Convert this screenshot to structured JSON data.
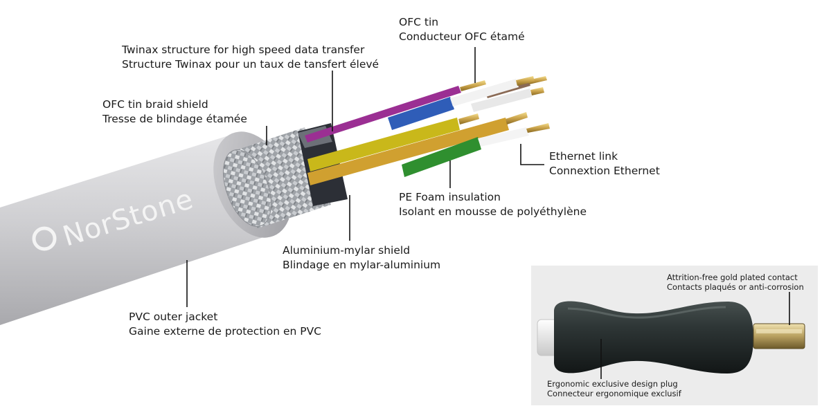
{
  "brand": {
    "name": "NorStone"
  },
  "labels": {
    "ofc_tin": {
      "line1": "OFC tin",
      "line2": "Conducteur OFC étamé"
    },
    "twinax": {
      "line1": "Twinax structure for high speed data transfer",
      "line2": "Structure Twinax pour un taux de tansfert élevé"
    },
    "braid": {
      "line1": "OFC tin braid shield",
      "line2": "Tresse de blindage étamée"
    },
    "ethernet": {
      "line1": "Ethernet link",
      "line2": "Connextion Ethernet"
    },
    "pe_foam": {
      "line1": "PE Foam insulation",
      "line2": "Isolant en mousse de polyéthylène"
    },
    "mylar": {
      "line1": "Aluminium-mylar shield",
      "line2": "Blindage en mylar-aluminium"
    },
    "pvc": {
      "line1": "PVC outer jacket",
      "line2": "Gaine externe de protection en PVC"
    }
  },
  "inset": {
    "contact": {
      "line1": "Attrition-free gold plated contact",
      "line2": "Contacts plaqués or anti-corrosion"
    },
    "plug": {
      "line1": "Ergonomic exclusive design plug",
      "line2": "Connecteur ergonomique exclusif"
    }
  },
  "colors": {
    "jacket": "#d2d2d4",
    "braid": "#b9bcc0",
    "inset_bg": "#ececec",
    "plug": "#2c3434",
    "gold": "#c9a24a"
  }
}
